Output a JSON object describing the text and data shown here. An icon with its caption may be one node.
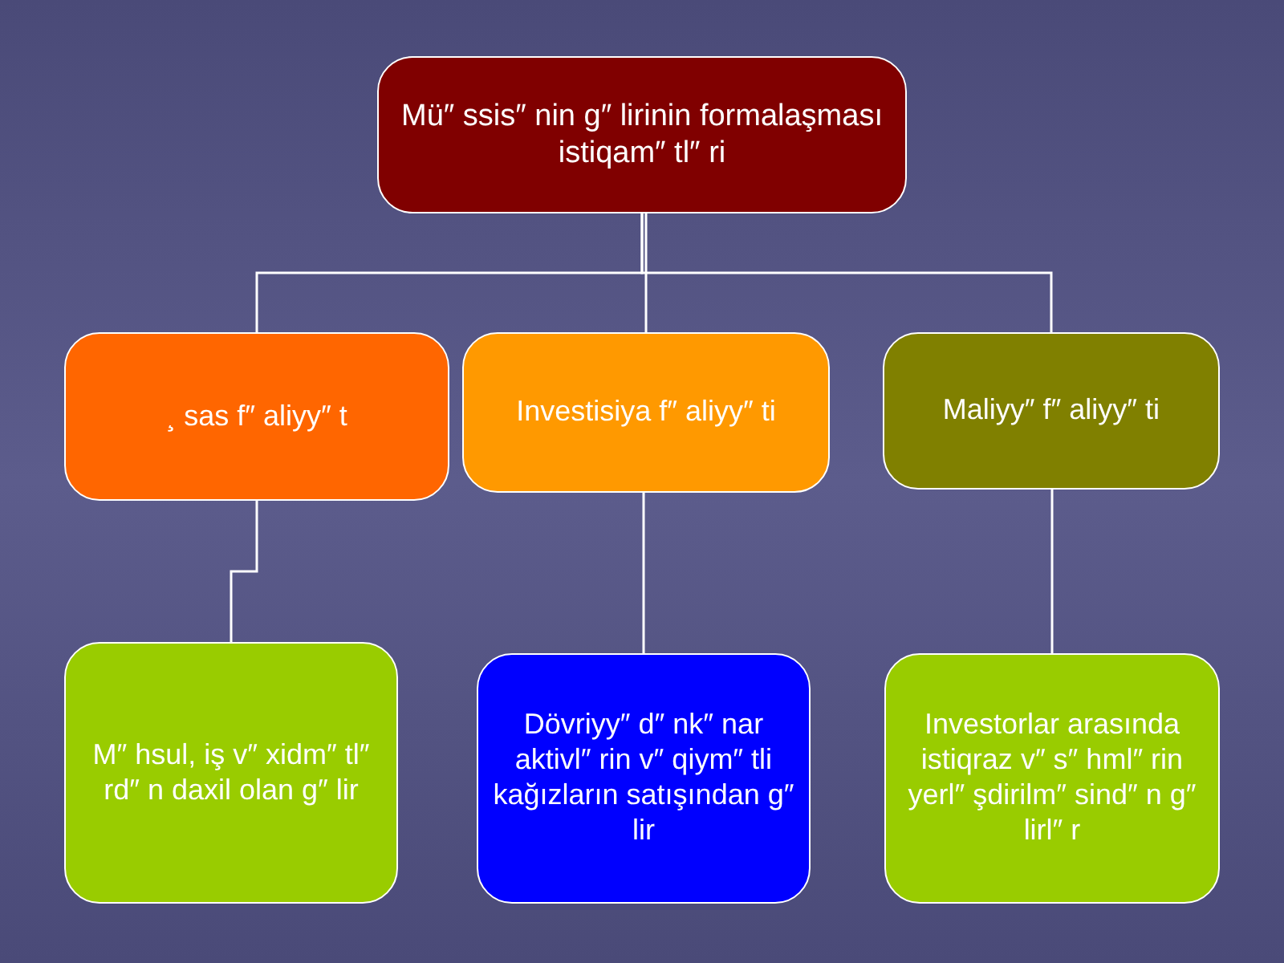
{
  "diagram": {
    "nodes": [
      {
        "text": [
          "Mü″ ssis″ nin g″ lirinin formalaşması istiqam″ tl″ ri"
        ]
      },
      {
        "text": [
          "¸ sas f″ aliyy″ t"
        ]
      },
      {
        "text": [
          "Investisiya f″ aliyy″ ti"
        ]
      },
      {
        "text": [
          "Maliyy″  f″ aliyy″ ti"
        ]
      },
      {
        "text": [
          "M″ hsul, iş v″ xidm″ tl″ rd″ n daxil olan g″ lir"
        ]
      },
      {
        "text": [
          "Dövriyy″ d″ nk″ nar aktivl″ rin v″ qiym″ tli kağızların satışından g″ lir"
        ]
      },
      {
        "text": [
          "Investorlar arasında istiqraz v″ s″ hml″ rin yerl″ şdirilm″ sind″ n g″ lirl″ r"
        ]
      }
    ],
    "edges": [
      {
        "from": 0,
        "to": 1,
        "arrow": "none"
      },
      {
        "from": 0,
        "to": 2,
        "arrow": "none"
      },
      {
        "from": 0,
        "to": 3,
        "arrow": "none"
      },
      {
        "from": 1,
        "to": 4,
        "arrow": "none"
      },
      {
        "from": 2,
        "to": 5,
        "arrow": "none"
      },
      {
        "from": 3,
        "to": 6,
        "arrow": "none"
      }
    ]
  }
}
